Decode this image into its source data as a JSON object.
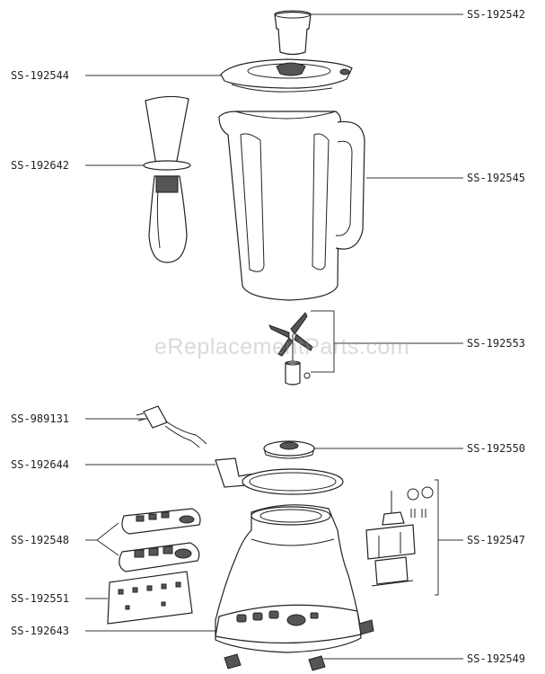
{
  "watermark": "eReplacementParts.com",
  "labels": {
    "lid_cap": "SS-192542",
    "lid": "SS-192544",
    "hand_blender": "SS-192642",
    "jar": "SS-192545",
    "blade": "SS-192553",
    "plug_cord": "SS-989131",
    "coupler": "SS-192550",
    "gasket": "SS-192644",
    "control_panels": "SS-192548",
    "motor_assembly": "SS-192547",
    "membrane_sticker": "SS-192551",
    "base": "SS-192643",
    "feet": "SS-192549"
  }
}
